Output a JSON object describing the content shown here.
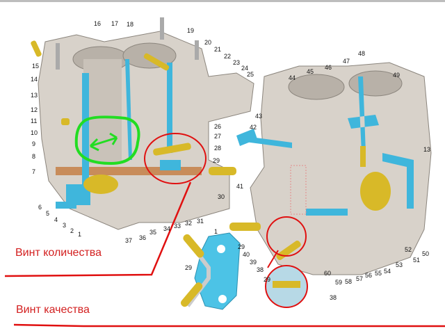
{
  "captions": {
    "quantity_screw": "Винт количества",
    "quality_screw": "Винт качества"
  },
  "colors": {
    "body": "#d6d0c8",
    "channel": "#3fb6dc",
    "brass": "#d8b928",
    "highlight_red": "#e01010",
    "highlight_green": "#22dd22"
  },
  "labels": [
    "15",
    "14",
    "13",
    "12",
    "11",
    "10",
    "9",
    "8",
    "7",
    "6",
    "5",
    "4",
    "3",
    "2",
    "1",
    "16",
    "17",
    "18",
    "19",
    "20",
    "21",
    "22",
    "23",
    "24",
    "25",
    "26",
    "27",
    "28",
    "29",
    "41",
    "30",
    "31",
    "32",
    "33",
    "34",
    "35",
    "36",
    "37",
    "42",
    "43",
    "44",
    "45",
    "46",
    "47",
    "48",
    "49",
    "13",
    "50",
    "51",
    "52",
    "53",
    "54",
    "55",
    "56",
    "57",
    "58",
    "59",
    "60",
    "40",
    "39",
    "38",
    "29",
    "29",
    "38",
    "29",
    "1"
  ]
}
